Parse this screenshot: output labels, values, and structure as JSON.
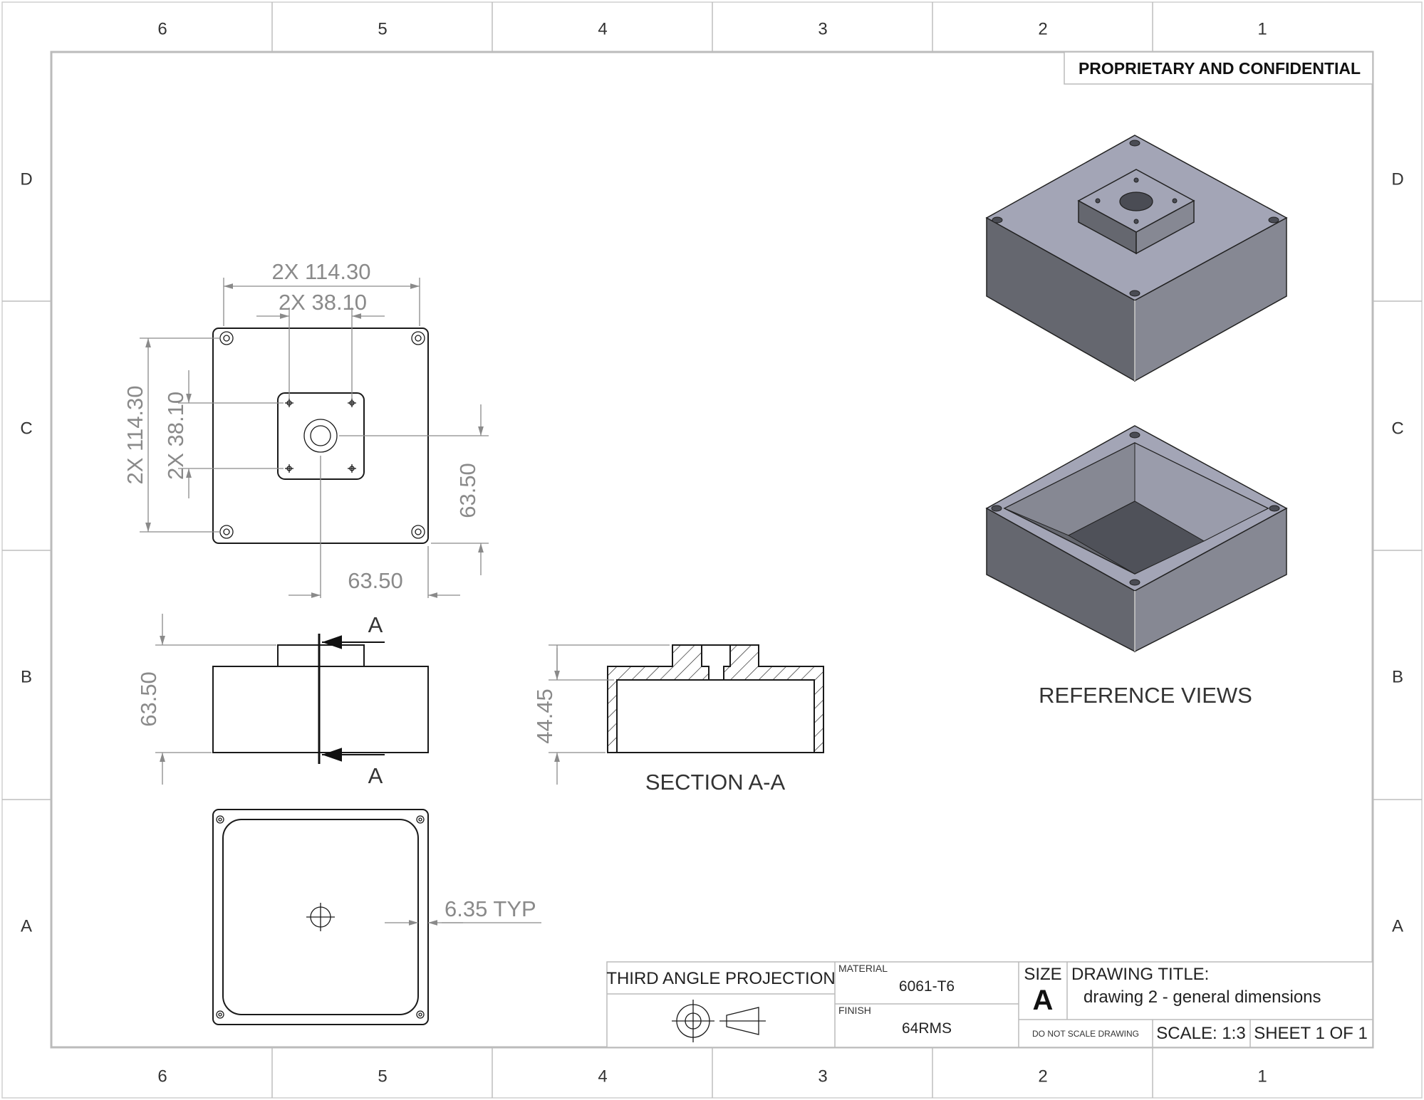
{
  "sheet": {
    "zones_columns": [
      "6",
      "5",
      "4",
      "3",
      "2",
      "1"
    ],
    "zones_rows": [
      "D",
      "C",
      "B",
      "A"
    ],
    "confidential_text": "PROPRIETARY AND CONFIDENTIAL"
  },
  "views": {
    "top_view": {
      "dim_overall_width": "2X 114.30",
      "dim_boss_width": "2X 38.10",
      "dim_overall_height": "2X 114.30",
      "dim_boss_height": "2X 38.10",
      "dim_center_vertical": "63.50",
      "dim_center_horizontal": "63.50"
    },
    "front_view": {
      "dim_height": "63.50",
      "section_label_top": "A",
      "section_label_bottom": "A"
    },
    "section_view": {
      "dim_depth": "44.45",
      "caption": "SECTION A-A"
    },
    "bottom_view": {
      "dim_wall": "6.35 TYP"
    },
    "reference": {
      "caption": "REFERENCE VIEWS"
    }
  },
  "title_block": {
    "projection": "THIRD ANGLE PROJECTION",
    "material_label": "MATERIAL",
    "material_value": "6061-T6",
    "finish_label": "FINISH",
    "finish_value": "64RMS",
    "size_label": "SIZE",
    "size_value": "A",
    "title_label": "DRAWING TITLE:",
    "title_value": "drawing 2 - general dimensions",
    "no_scale": "DO NOT SCALE DRAWING",
    "scale": "SCALE: 1:3",
    "sheet": "SHEET 1 OF 1"
  },
  "colors": {
    "model_top": "#a3a5b6",
    "model_side_left": "#65676f",
    "model_side_right": "#868893",
    "model_dark": "#4a4c54"
  }
}
